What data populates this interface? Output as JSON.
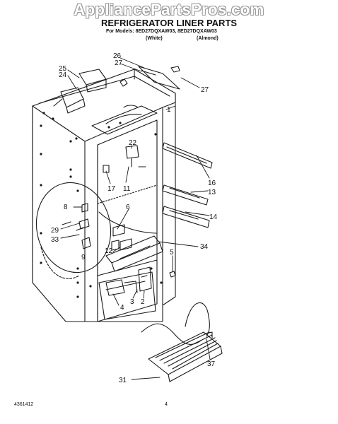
{
  "watermark": "AppliancePartsPros.com",
  "title": "REFRIGERATOR LINER PARTS",
  "models": "For Models: 8ED27DQXAW03, 8ED27DQXAW03",
  "color_white": "(White)",
  "color_almond": "(Almond)",
  "callouts": [
    "26",
    "27",
    "25",
    "24",
    "27",
    "1",
    "22",
    "17",
    "11",
    "16",
    "13",
    "14",
    "6",
    "8",
    "29",
    "33",
    "9",
    "12",
    "34",
    "5",
    "3",
    "2",
    "4",
    "37",
    "31"
  ],
  "figure_number": "4361412",
  "page_number": "4"
}
